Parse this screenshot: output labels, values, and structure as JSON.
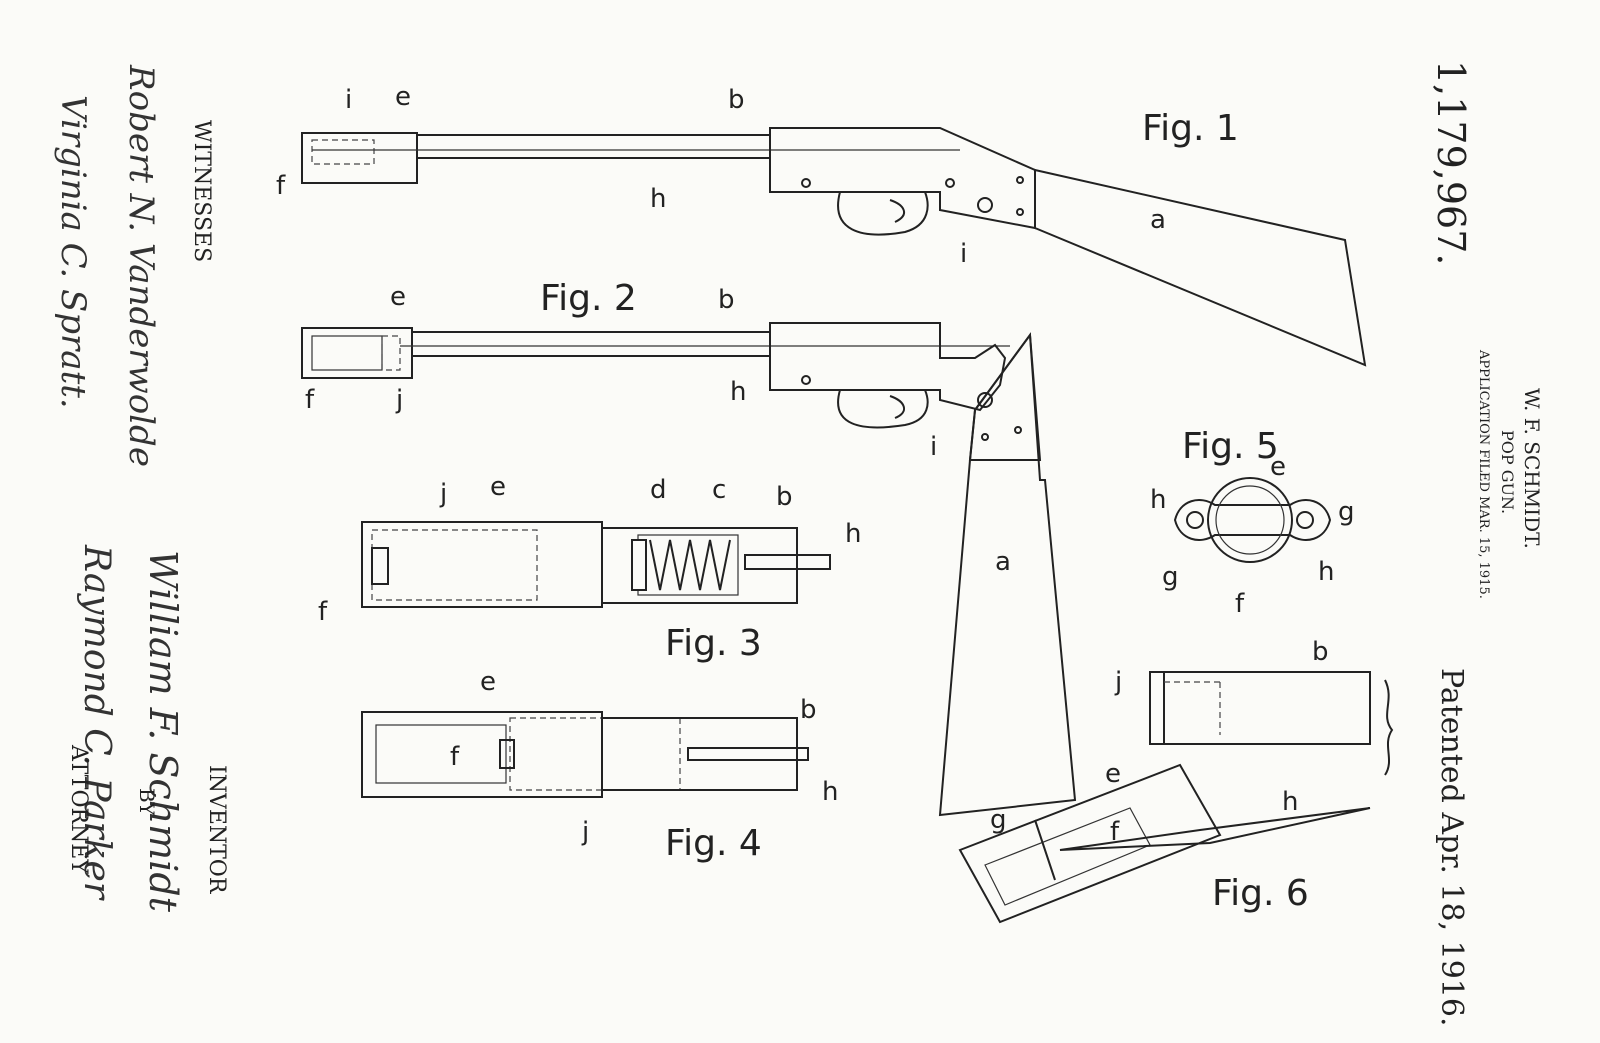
{
  "patent": {
    "number": "1,179,967.",
    "inventor_header": "W. F. SCHMIDT.",
    "title": "POP GUN.",
    "application": "APPLICATION FILED MAR. 15, 1915.",
    "patented": "Patented Apr. 18, 1916."
  },
  "witnesses": {
    "heading": "WITNESSES",
    "names": [
      "Robert N. Vanderwolde",
      "Virginia C. Spratt."
    ]
  },
  "inventor": {
    "heading": "INVENTOR",
    "name": "William F. Schmidt",
    "by": "BY",
    "attorney_name": "Raymond C. Parker",
    "attorney_heading": "ATTORNEY"
  },
  "figures": {
    "fig1": {
      "caption": "Fig. 1",
      "labels": {
        "i_top": "i",
        "e": "e",
        "b": "b",
        "f": "f",
        "h": "h",
        "a": "a",
        "i": "i"
      }
    },
    "fig2": {
      "caption": "Fig. 2",
      "labels": {
        "e": "e",
        "b": "b",
        "f": "f",
        "j": "j",
        "h": "h",
        "i": "i",
        "a": "a"
      }
    },
    "fig3": {
      "caption": "Fig. 3",
      "labels": {
        "j": "j",
        "e": "e",
        "d": "d",
        "c": "c",
        "b": "b",
        "h": "h",
        "f": "f"
      }
    },
    "fig4": {
      "caption": "Fig. 4",
      "labels": {
        "e": "e",
        "b": "b",
        "f": "f",
        "h": "h",
        "j": "j"
      }
    },
    "fig5": {
      "caption": "Fig. 5",
      "labels": {
        "e": "e",
        "h_left": "h",
        "g_right": "g",
        "g_left": "g",
        "f": "f",
        "h_right": "h"
      }
    },
    "fig6": {
      "caption": "Fig. 6",
      "labels": {
        "j": "j",
        "b": "b",
        "e": "e",
        "h": "h",
        "g": "g",
        "f": "f"
      }
    }
  }
}
